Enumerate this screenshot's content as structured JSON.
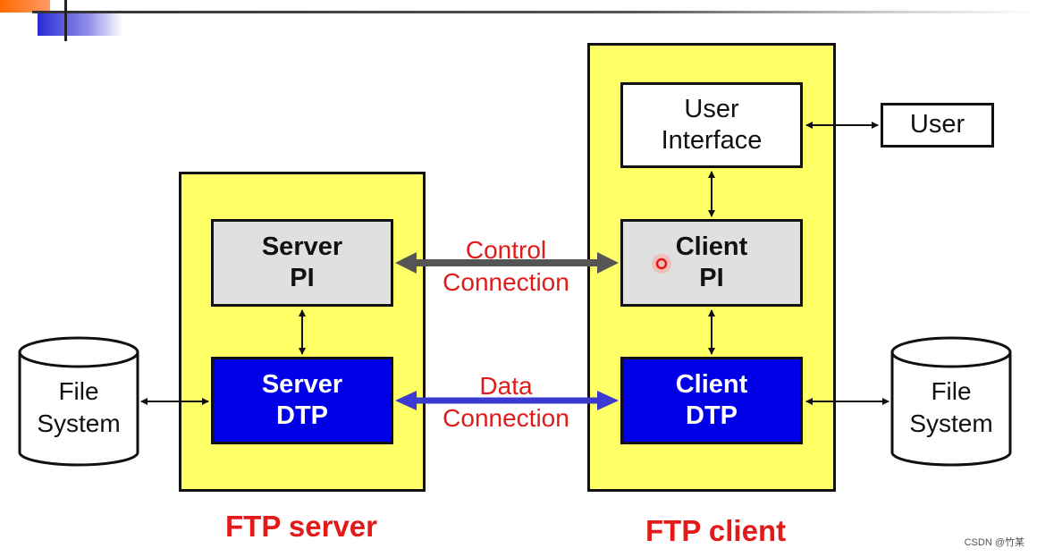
{
  "server": {
    "pi_label": "Server\nPI",
    "dtp_label": "Server\nDTP",
    "caption": "FTP server"
  },
  "client": {
    "ui_label": "User\nInterface",
    "pi_label": "Client\nPI",
    "dtp_label": "Client\nDTP",
    "caption": "FTP client"
  },
  "user_label": "User",
  "connections": {
    "control": "Control\nConnection",
    "data": "Data\nConnection"
  },
  "file_system_left": "File\nSystem",
  "file_system_right": "File\nSystem",
  "watermark": "CSDN @竹某",
  "colors": {
    "panel": "#ffff66",
    "pi_box": "#e0e0e0",
    "dtp_box": "#0000e6",
    "label_red": "#e31a1a",
    "control_arrow": "#555555",
    "data_arrow": "#3a3ad0"
  }
}
